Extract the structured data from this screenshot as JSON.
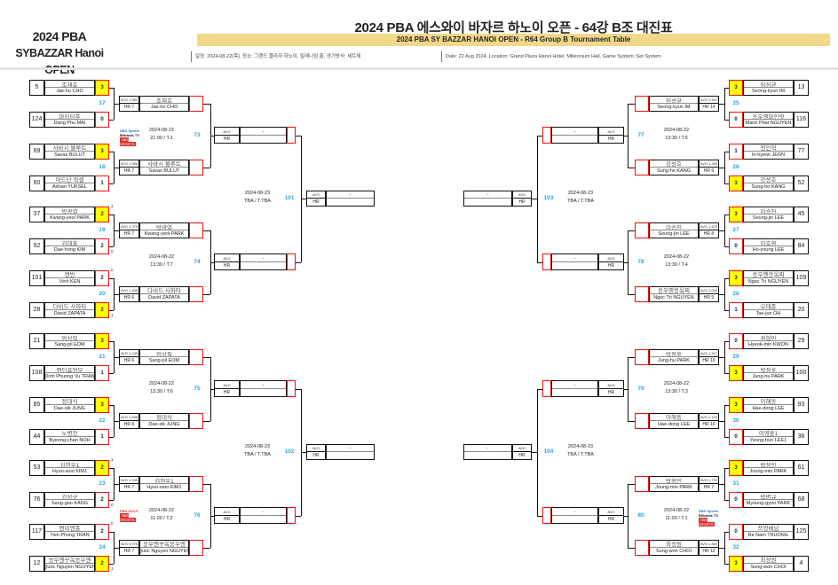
{
  "header": {
    "logo_line1": "2024 PBA",
    "logo_line2": "SYBAZZAR Hanoi OPEN",
    "title": "2024 PBA 에스와이 바자르 하노이 오픈  - 64강 B조 대진표",
    "subtitle": "2024 PBA SY BAZZAR HANOI OPEN - R64 Group B Tournament Table",
    "info_kr": "일정: 2024-08-22(목), 장소: 그랜드 플라자 하노이, 밀레니엄 홀, 경기방식: 세트제",
    "info_en": "Date: 22 Aug 2024, Location: Grand Plaza Hanoi Hotel, Millennium Hall, Game System: Set System"
  },
  "labels": {
    "avg": "AVG",
    "hr": "HR",
    "dash": "-"
  },
  "colors": {
    "winner_fill": "#ffff00",
    "score_border": "#ee1111",
    "match_no": "#29a3e0",
    "band": "#f2d98a"
  },
  "sponsors": [
    "SBS Sports Billiards TV",
    "PBA GOLF SBS SPORTS"
  ],
  "left": {
    "r64": [
      {
        "no": "17",
        "players": [
          {
            "seed": "5",
            "kr": "조재호",
            "en": "Jae-ho CHO",
            "score": "3",
            "win": true
          },
          {
            "seed": "124",
            "kr": "마이당푸",
            "en": "Dang Phu MAI",
            "score": "0"
          }
        ]
      },
      {
        "no": "18",
        "players": [
          {
            "seed": "69",
            "kr": "사바시 불루트",
            "en": "Savas BULUT",
            "score": "3",
            "win": true
          },
          {
            "seed": "60",
            "kr": "아드난 윅셀",
            "en": "Adnan YUKSEL",
            "score": "1"
          }
        ]
      },
      {
        "no": "19",
        "players": [
          {
            "seed": "37",
            "kr": "박광열",
            "en": "Kwang-yeol PARK",
            "score": "2",
            "win": true,
            "tb": "1"
          },
          {
            "seed": "92",
            "kr": "김대홍",
            "en": "Dae-hong KIM",
            "score": "2",
            "tb": "0"
          }
        ]
      },
      {
        "no": "20",
        "players": [
          {
            "seed": "101",
            "kr": "캔빈",
            "en": "Vinh KEN",
            "score": "2",
            "tb": "0"
          },
          {
            "seed": "28",
            "kr": "다비드 사파타",
            "en": "David ZAPATA",
            "score": "2",
            "win": true,
            "tb": "1"
          }
        ]
      },
      {
        "no": "21",
        "players": [
          {
            "seed": "21",
            "kr": "엄상필",
            "en": "Sang-pil EOM",
            "score": "3",
            "win": true
          },
          {
            "seed": "108",
            "kr": "쩐딘프엉부",
            "en": "Dinh Phuong Vu TRAN",
            "score": "1"
          }
        ]
      },
      {
        "no": "22",
        "players": [
          {
            "seed": "85",
            "kr": "정대식",
            "en": "Dae-sik JUNG",
            "score": "3",
            "win": true
          },
          {
            "seed": "44",
            "kr": "노병찬",
            "en": "Byeong-chan NOH",
            "score": "1"
          }
        ]
      },
      {
        "no": "23",
        "players": [
          {
            "seed": "53",
            "kr": "김현우1",
            "en": "Hyun-woo KIM1",
            "score": "2",
            "win": true,
            "tb": "1"
          },
          {
            "seed": "76",
            "kr": "강상구",
            "en": "Sang-goo KANG",
            "score": "2",
            "tb": "0"
          }
        ]
      },
      {
        "no": "24",
        "players": [
          {
            "seed": "117",
            "kr": "쩐띠엔퐁",
            "en": "Tien Phong TRAN",
            "score": "2",
            "tb": "0"
          },
          {
            "seed": "12",
            "kr": "응우옌꾸옥응우옌",
            "en": "Quoc Nguyen NGUYEN",
            "score": "2",
            "win": true,
            "tb": "1"
          }
        ]
      }
    ],
    "r32": [
      {
        "no": "73",
        "date": "2024-08-22",
        "time": "21:00 / T.1",
        "players": [
          {
            "kr": "조재호",
            "en": "Jae-ho CHO",
            "avg": "AVG 1.552",
            "hr": "HR 7"
          },
          {
            "kr": "사바시 불루트",
            "en": "Savas BULUT",
            "avg": "AVG 1.558",
            "hr": "HR 7"
          }
        ]
      },
      {
        "no": "74",
        "date": "2024-08-22",
        "time": "13:30 / T.7",
        "players": [
          {
            "kr": "박광열",
            "en": "Kwang-yeol PARK",
            "avg": "AVG 1.375",
            "hr": "HR 7"
          },
          {
            "kr": "다비드 사파타",
            "en": "David ZAPATA",
            "avg": "AVG 1.406",
            "hr": "HR 6"
          }
        ]
      },
      {
        "no": "75",
        "date": "2024-08-22",
        "time": "13:30 / T.6",
        "players": [
          {
            "kr": "엄상필",
            "en": "Sang-pil EOM",
            "avg": "AVG 1.439",
            "hr": "HR 6"
          },
          {
            "kr": "정대식",
            "en": "Dae-sik JUNG",
            "avg": "AVG 1.558",
            "hr": "HR 8"
          }
        ]
      },
      {
        "no": "76",
        "date": "2024-08-22",
        "time": "11:00 / T.2",
        "players": [
          {
            "kr": "김현우1",
            "en": "Hyun-woo KIM1",
            "avg": "AVG 1.345",
            "hr": "HR 7"
          },
          {
            "kr": "응우옌꾸옥응우옌",
            "en": "Quoc Nguyen NGUYEN",
            "avg": "AVG 0.976",
            "hr": "HR 7"
          }
        ]
      }
    ],
    "r16": [
      {
        "no": "101",
        "date": "2024-08-23",
        "time": "TBA / T.TBA"
      },
      {
        "no": "102",
        "date": "2024-08-23",
        "time": "TBA / T.TBA"
      }
    ]
  },
  "right": {
    "r64": [
      {
        "no": "25",
        "players": [
          {
            "seed": "13",
            "kr": "임성균",
            "en": "Seong-kyun IM",
            "score": "3",
            "win": true
          },
          {
            "seed": "116",
            "kr": "응우옌마인펏",
            "en": "Manh Phat NGUYEN",
            "score": "0"
          }
        ]
      },
      {
        "no": "26",
        "players": [
          {
            "seed": "77",
            "kr": "전인혁",
            "en": "In-hyeok JEON",
            "score": "1"
          },
          {
            "seed": "52",
            "kr": "강성호",
            "en": "Sung-ho KANG",
            "score": "3",
            "win": true
          }
        ]
      },
      {
        "no": "27",
        "players": [
          {
            "seed": "45",
            "kr": "이승진",
            "en": "Seung-jin LEE",
            "score": "3",
            "win": true
          },
          {
            "seed": "84",
            "kr": "이호영",
            "en": "Ho-young LEE",
            "score": "0"
          }
        ]
      },
      {
        "no": "28",
        "players": [
          {
            "seed": "109",
            "kr": "응우옌응옥찌",
            "en": "Ngoc Tri NGUYEN",
            "score": "3",
            "win": true
          },
          {
            "seed": "20",
            "kr": "오태준",
            "en": "Tae-jun OH",
            "score": "1"
          }
        ]
      },
      {
        "no": "29",
        "players": [
          {
            "seed": "29",
            "kr": "권혁민",
            "en": "Hyeok-min KWON",
            "score": "0"
          },
          {
            "seed": "100",
            "kr": "박정후",
            "en": "Jung-hu PARK",
            "score": "3",
            "win": true
          }
        ]
      },
      {
        "no": "30",
        "players": [
          {
            "seed": "93",
            "kr": "이해동",
            "en": "Hae-dong LEE",
            "score": "3",
            "win": true
          },
          {
            "seed": "36",
            "kr": "이영훈1",
            "en": "Yeong-hun LEE1",
            "score": "0"
          }
        ]
      },
      {
        "no": "31",
        "players": [
          {
            "seed": "61",
            "kr": "박정민",
            "en": "Joung-min PARK",
            "score": "3",
            "win": true
          },
          {
            "seed": "68",
            "kr": "박명규",
            "en": "Myoung-gyoo PARK",
            "score": "0"
          }
        ]
      },
      {
        "no": "32",
        "players": [
          {
            "seed": "125",
            "kr": "쯔엉베남",
            "en": "Be Nam TRUONG",
            "score": "0"
          },
          {
            "seed": "4",
            "kr": "최성원",
            "en": "Sung-won CHOI",
            "score": "3",
            "win": true
          }
        ]
      }
    ],
    "r32": [
      {
        "no": "77",
        "date": "2024-08-22",
        "time": "13:30 / T.5",
        "players": [
          {
            "kr": "임성균",
            "en": "Seong-kyun IM",
            "avg": "AVG 2.647",
            "hr": "HR 14"
          },
          {
            "kr": "강성호",
            "en": "Sung-ho KANG",
            "avg": "AVG 1.405",
            "hr": "HR 6"
          }
        ]
      },
      {
        "no": "78",
        "date": "2024-08-22",
        "time": "13:30 / T.4",
        "players": [
          {
            "kr": "이승진",
            "en": "Seung-jin LEE",
            "avg": "AVG 1.875",
            "hr": "HR 8"
          },
          {
            "kr": "응우옌응옥찌",
            "en": "Ngoc Tri NGUYEN",
            "avg": "AVG 2.000",
            "hr": "HR 9"
          }
        ]
      },
      {
        "no": "79",
        "date": "2024-08-22",
        "time": "13:30 / T.3",
        "players": [
          {
            "kr": "박정후",
            "en": "Jung-hu PARK",
            "avg": "AVG 1.917",
            "hr": "HR 10"
          },
          {
            "kr": "이해동",
            "en": "Hae-dong LEE",
            "avg": "AVG 2.143",
            "hr": "HR 10"
          }
        ]
      },
      {
        "no": "80",
        "date": "2024-08-22",
        "time": "11:00 / T.1",
        "players": [
          {
            "kr": "박정민",
            "en": "Joung-min PARK",
            "avg": "AVG 1.733",
            "hr": "HR 7"
          },
          {
            "kr": "최성원",
            "en": "Sung-won CHOI",
            "avg": "AVG 1.800",
            "hr": "HR 12"
          }
        ]
      }
    ],
    "r16": [
      {
        "no": "103",
        "date": "2024-08-23",
        "time": "TBA / T.TBA"
      },
      {
        "no": "104",
        "date": "2024-08-23",
        "time": "TBA / T.TBA"
      }
    ]
  }
}
